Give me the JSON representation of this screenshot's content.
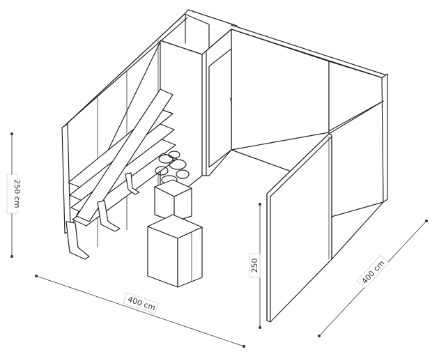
{
  "dimensions": {
    "height_left": "250 cm",
    "width_front": "400 cm",
    "depth_right": "400 cm",
    "height_front": "250"
  },
  "colors": {
    "line": "#222222",
    "background": "#ffffff",
    "label_border": "#cfcfcf"
  }
}
